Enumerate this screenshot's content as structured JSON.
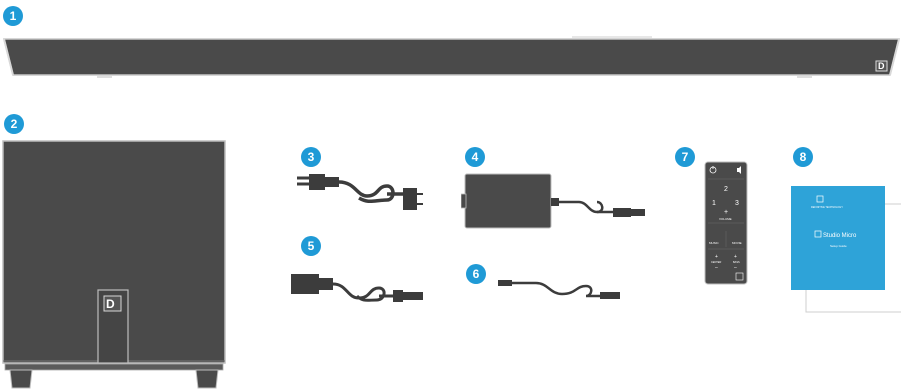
{
  "items": [
    {
      "number": "1"
    },
    {
      "number": "2"
    },
    {
      "number": "3"
    },
    {
      "number": "4"
    },
    {
      "number": "5"
    },
    {
      "number": "6"
    },
    {
      "number": "7"
    },
    {
      "number": "8"
    }
  ],
  "colors": {
    "badge": "#1f9ad6",
    "device_dark": "#4a4a4a",
    "device_outline": "#bdbdbd",
    "cable": "#3c3c3c",
    "guide_cover": "#2ea3d8"
  },
  "remote": {
    "top_numbers": [
      "2",
      "1",
      "3"
    ],
    "volume_label": "VOLUME",
    "music_label": "MUSIC",
    "movie_label": "MOVIE",
    "center_label": "CENTER",
    "bass_label": "BASS"
  },
  "guide": {
    "product_name": "Studio Micro",
    "tagline": "DEFINITIVE TECHNOLOGY",
    "subtitle": "Setup Guide"
  }
}
